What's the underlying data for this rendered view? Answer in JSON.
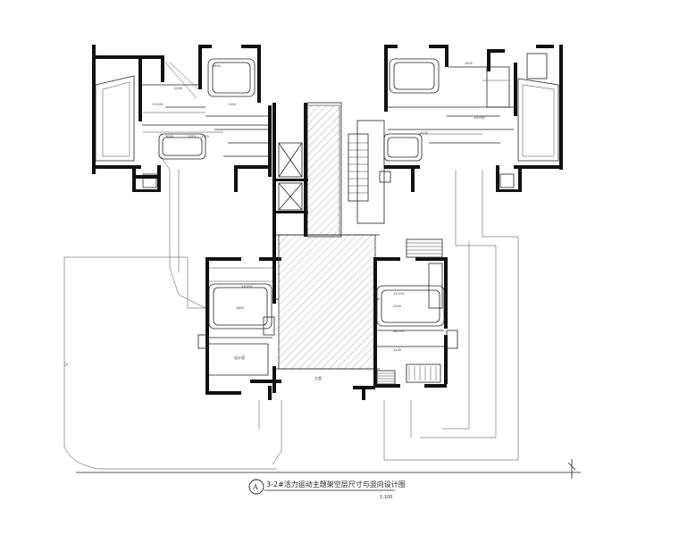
{
  "drawing": {
    "marker": "A",
    "title": "3-2#活力运动主题架空层尺寸与竖向设计图",
    "scale": "1:100"
  },
  "labels": {
    "lobby": "大堂",
    "room_left_lower": "设计室",
    "elev_left_top": "+0.05C",
    "elev_right_top": "±0.05C",
    "elev_left_mid": "±0.05C",
    "elev_right_mid": "±0.05C",
    "elev_right_lower": "±0.05C",
    "dim_2600": "2600",
    "dim_4100": "4100",
    "dim_2400": "2400",
    "dim_1800": "1800",
    "dim_3000": "3000",
    "dim_2100": "2100",
    "dim_2200": "2200",
    "dim_1500": "1500",
    "dim_2370": "2370",
    "dim_3270": "3270",
    "dim_1100": "1100"
  }
}
